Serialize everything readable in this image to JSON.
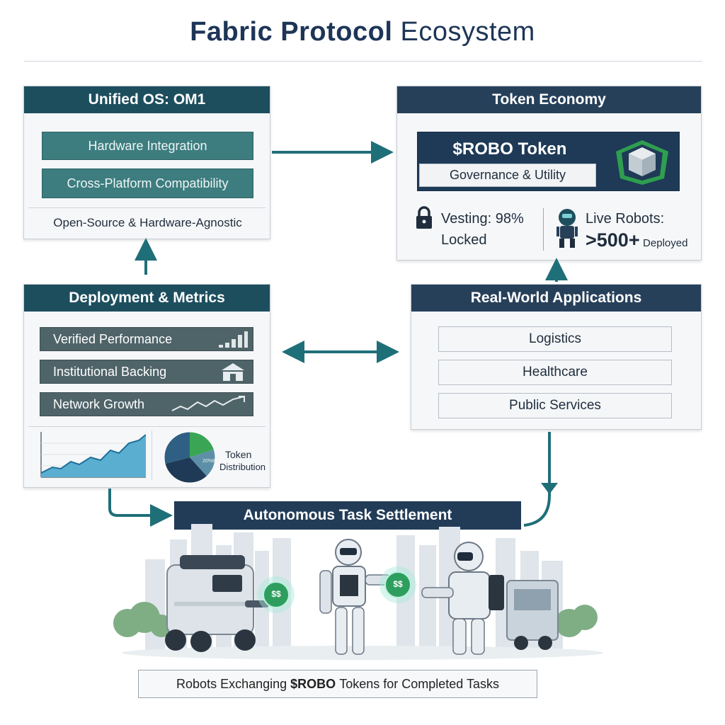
{
  "title": {
    "bold": "Fabric Protocol",
    "light": "Ecosystem"
  },
  "os_panel": {
    "header": "Unified OS: OM1",
    "items": [
      "Hardware Integration",
      "Cross-Platform Compatibility"
    ],
    "footer": "Open-Source & Hardware-Agnostic"
  },
  "token_panel": {
    "header": "Token Economy",
    "token_name": "$ROBO Token",
    "token_sub": "Governance & Utility",
    "vesting_line1": "Vesting: 98%",
    "vesting_line2": "Locked",
    "robots_line1": "Live Robots:",
    "robots_value": ">500+",
    "robots_suffix": "Deployed"
  },
  "metrics_panel": {
    "header": "Deployment & Metrics",
    "items": [
      "Verified Performance",
      "Institutional Backing",
      "Network Growth"
    ],
    "pie_title_line1": "Token",
    "pie_title_line2": "Distribution",
    "pie_tiny_label": "20%8"
  },
  "apps_panel": {
    "header": "Real-World Applications",
    "items": [
      "Logistics",
      "Healthcare",
      "Public Services"
    ]
  },
  "settlement": {
    "label": "Autonomous Task Settlement"
  },
  "coins": {
    "label": "$$"
  },
  "caption": {
    "before": "Robots Exchanging",
    "bold": "$ROBO",
    "after": "Tokens for Completed Tasks"
  },
  "colors": {
    "teal": "#1d4e5e",
    "navy": "#27405a",
    "arrow": "#1f6f78",
    "accent_green": "#3aa655"
  }
}
